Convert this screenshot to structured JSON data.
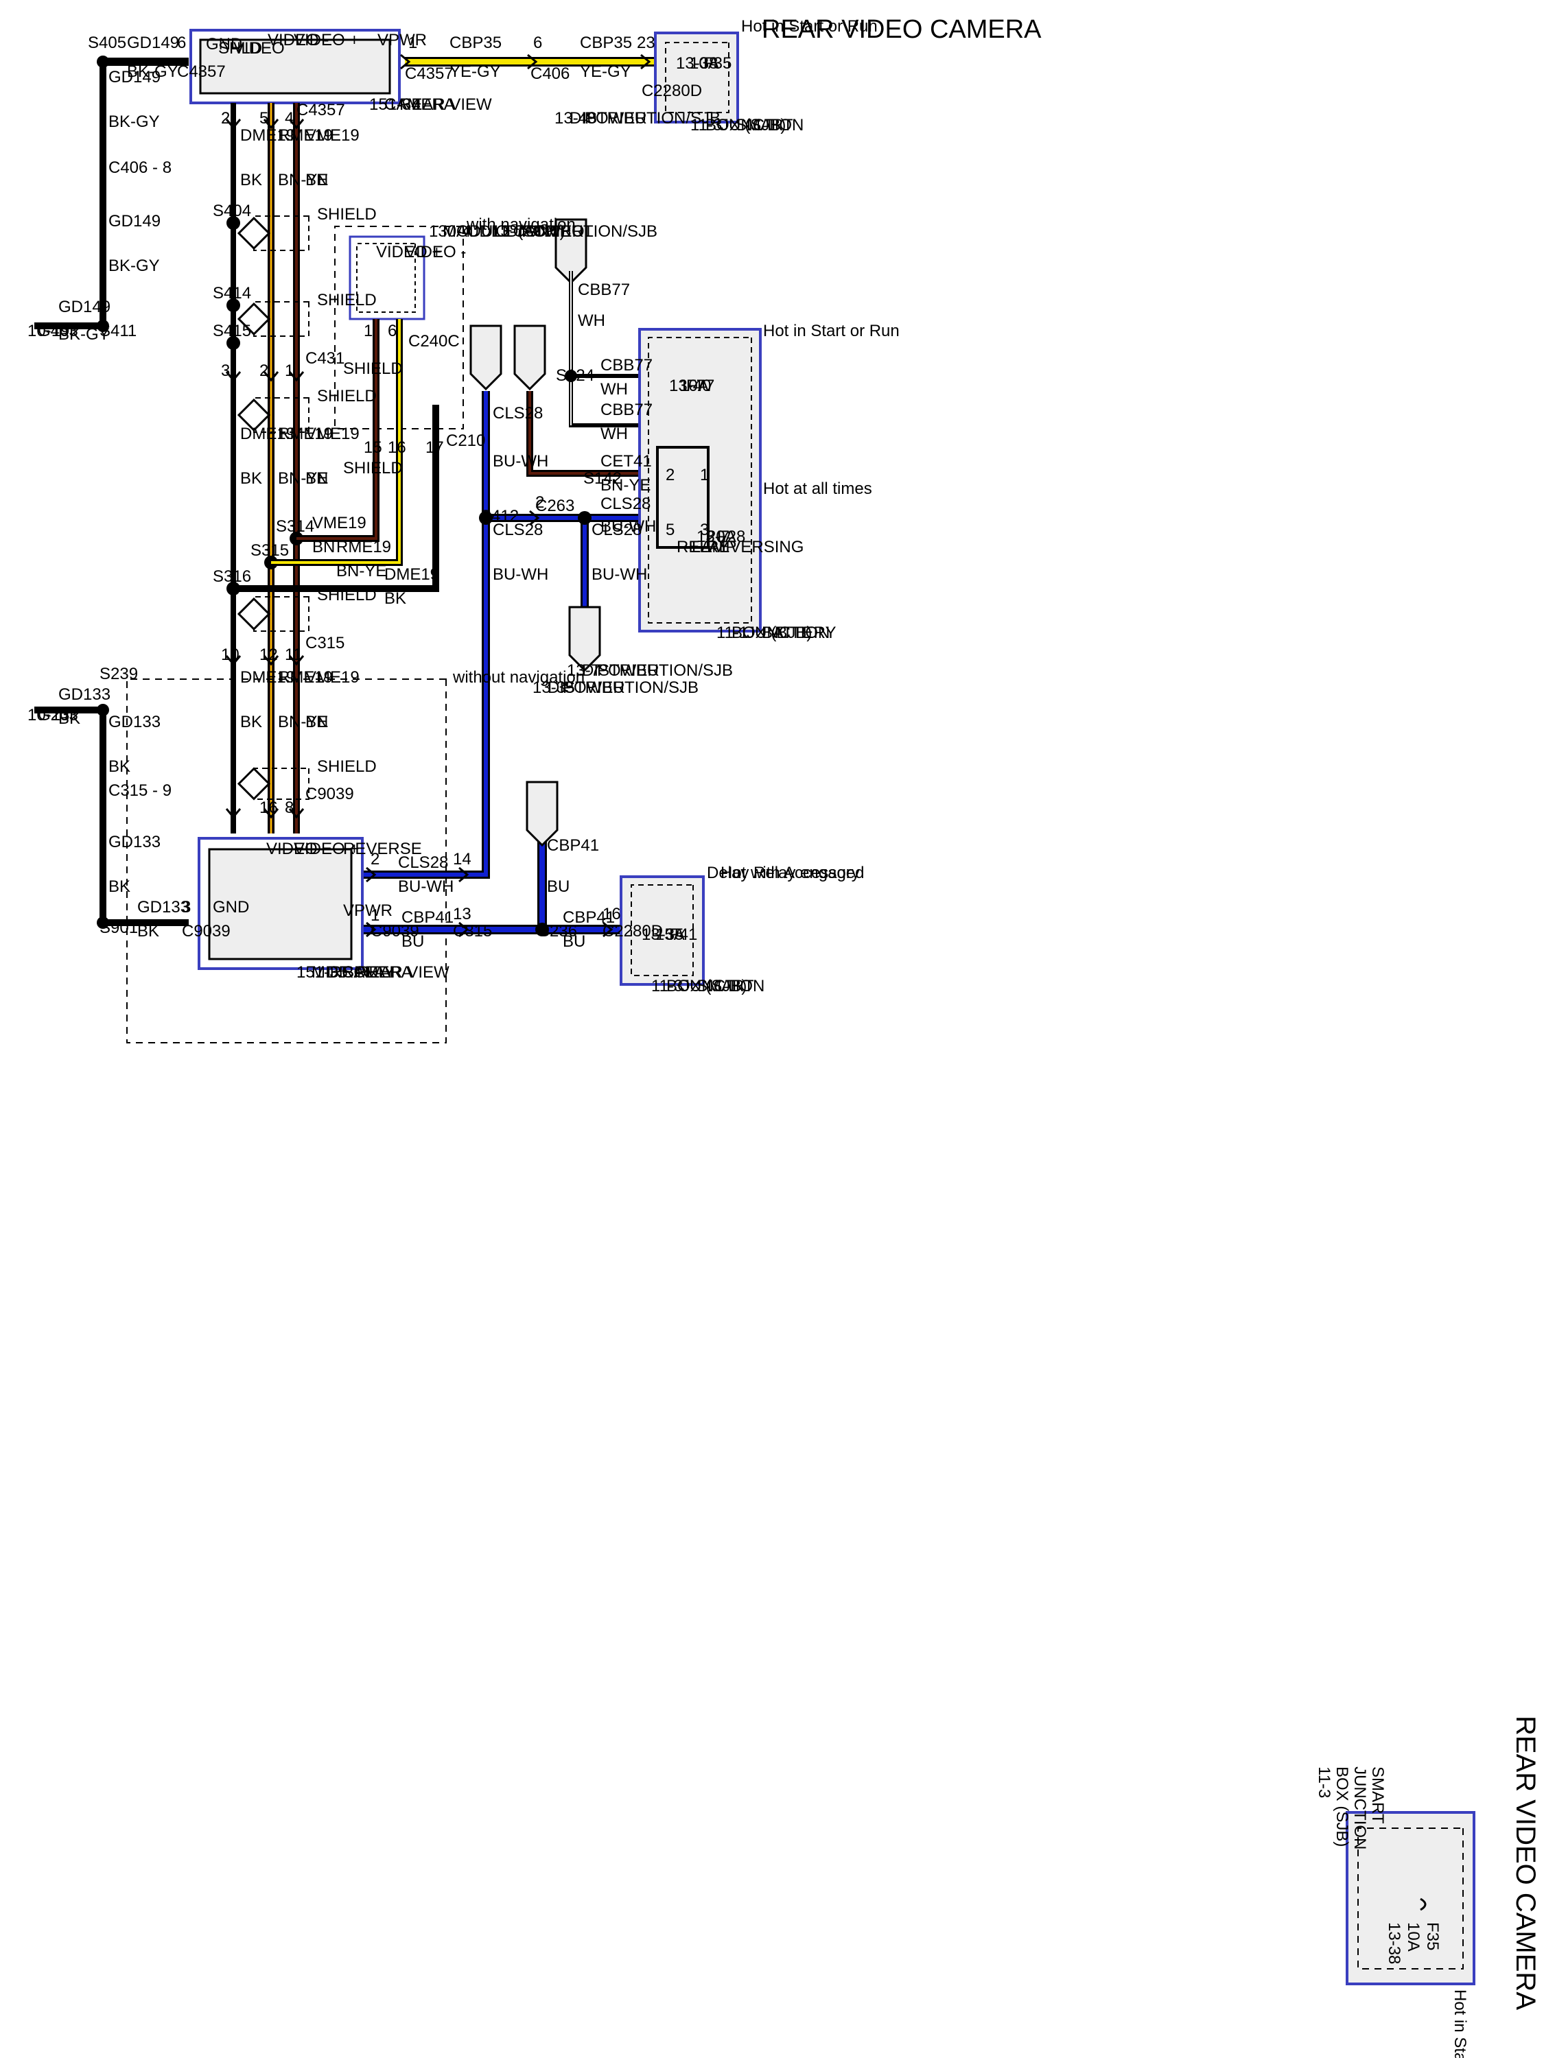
{
  "title": "REAR VIDEO CAMERA",
  "colors": {
    "yellow": "#f7e600",
    "blue": "#1020d0",
    "brown": "#5a1a0a",
    "black": "#000000",
    "component_fill": "#eeeeee",
    "component_border": "#3a3fbf"
  },
  "power": {
    "sjb_top": {
      "note": "Hot in Start or Run",
      "fuse": "F35",
      "amps": "10A",
      "ref": "13-38",
      "name_lines": [
        "SMART",
        "JUNCTION",
        "BOX (SJB)",
        "11-3"
      ]
    },
    "pd_top": {
      "lines": [
        "POWER",
        "DISTRIBUTION/SJB",
        "13-40"
      ]
    },
    "pd_mid": {
      "lines": [
        "POWER",
        "DISTRIBUTION/SJB",
        "13-7"
      ]
    },
    "pd_bottom": {
      "lines": [
        "POWER",
        "DISTRIBUTION/SJB",
        "13-7"
      ]
    },
    "pd_bottom2": {
      "lines": [
        "POWER",
        "DISTRIBUTION/SJB",
        "13-35"
      ]
    },
    "bjb": {
      "note1": "Hot in Start or Run",
      "note2": "Hot at all times",
      "fuse1": "F77",
      "amps1": "10A",
      "ref1": "13-40",
      "fuse2": "F28",
      "amps2": "20A",
      "ref2": "13-7",
      "relay_lines": [
        "REVERSING",
        "LAMP",
        "RELAY"
      ],
      "name_lines": [
        "BATTERY",
        "JUNCTION",
        "BOX (BJB)",
        "11-1"
      ]
    },
    "sjb_bottom": {
      "note_lines": [
        "Hot with Accessory",
        "Delay Relay engaged"
      ],
      "fuse": "F41",
      "amps": "15A",
      "ref": "13-35",
      "name_lines": [
        "SMART",
        "JUNCTION",
        "BOX (SJB)",
        "11-3"
      ]
    }
  },
  "components": {
    "camera": {
      "pins": [
        "VPWR",
        "VIDEO +",
        "VIDEO -",
        "VIDEO SHLD",
        "GND"
      ],
      "video_shld_lines": [
        "VIDEO",
        "SHLD"
      ],
      "name_lines": [
        "REAR VIEW",
        "CAMERA",
        "151-34"
      ]
    },
    "acm": {
      "note": "with navigation",
      "pins": [
        "VIDEO -",
        "VIDEO +"
      ],
      "name_lines": [
        "AUDIO CONTROL",
        "MODULE (ACM)",
        "130-4"
      ]
    },
    "mirror": {
      "note": "without navigation",
      "pins": [
        "REVERSE",
        "VPWR",
        "VIDEO +",
        "VIDEO -",
        "GND"
      ],
      "name_lines": [
        "REAR VIEW",
        "CAMERA",
        "DISPLAY",
        "MIRROR",
        "151-35"
      ]
    }
  },
  "circuits": {
    "cbp35": {
      "code": "CBP35",
      "color": "YE-GY"
    },
    "gd149": {
      "code": "GD149",
      "color": "BK-GY"
    },
    "vme19": {
      "code": "VME19",
      "color": "BN"
    },
    "rme19": {
      "code": "RME19",
      "color": "BN-YE"
    },
    "dme19": {
      "code": "DME19",
      "color": "BK"
    },
    "cbb77": {
      "code": "CBB77",
      "color": "WH"
    },
    "cet41": {
      "code": "CET41",
      "color": "BN-YE"
    },
    "cls28": {
      "code": "CLS28",
      "color": "BU-WH"
    },
    "cbp41": {
      "code": "CBP41",
      "color": "BU"
    },
    "gd133": {
      "code": "GD133",
      "color": "BK"
    }
  },
  "connectors": {
    "c2280d": "C2280D",
    "c406": "C406",
    "c4357": "C4357",
    "c431": "C431",
    "c240c": "C240C",
    "c210": "C210",
    "c263": "C263",
    "c315": "C315",
    "c9039": "C9039",
    "c406_8": "C406 - 8",
    "c315_9": "C315 - 9"
  },
  "splices": {
    "s405": "S405",
    "s411": "S411",
    "s404": "S404",
    "s414": "S414",
    "s415": "S415",
    "s314": "S314",
    "s315": "S315",
    "s316": "S316",
    "s124": "S124",
    "s142": "S142",
    "s412": "S412",
    "s236": "S236",
    "s239": "S239",
    "s901": "S901"
  },
  "grounds": {
    "g403": "G403",
    "g403_ref": "10-19",
    "g203": "G203",
    "g203_ref": "10-13"
  },
  "pins": {
    "p23": "23",
    "p6a": "6",
    "p1a": "1",
    "p6b": "6",
    "p2": "2",
    "p5": "5",
    "p4": "4",
    "p3": "3",
    "p2b": "2",
    "p1b": "1",
    "p1c": "1",
    "p6c": "6",
    "p15": "15",
    "p16": "16",
    "p17": "17",
    "p10": "10",
    "p12": "12",
    "p11": "11",
    "p16b": "16",
    "p8": "8",
    "p14": "14",
    "p2c": "2",
    "p13": "13",
    "p1d": "1",
    "p3b": "3",
    "p16c": "16",
    "p2d": "2",
    "r1": "1",
    "r2": "2",
    "r3": "3",
    "r5": "5"
  },
  "shield": "SHIELD"
}
